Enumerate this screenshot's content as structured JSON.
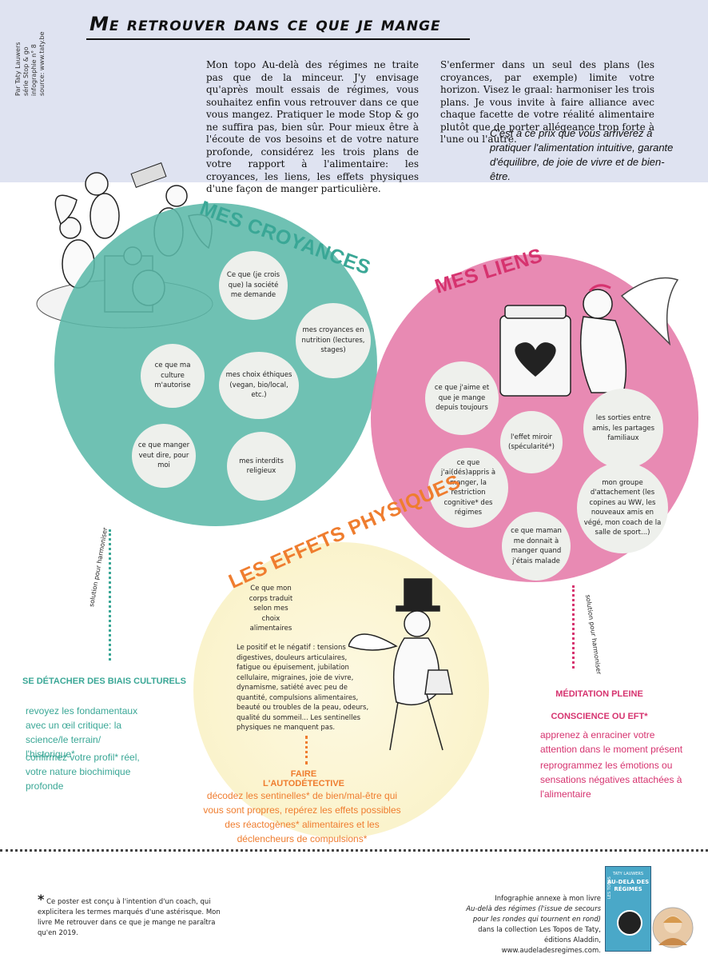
{
  "title": "Me retrouver dans ce que je mange",
  "credits": [
    "Par Taty Lauwers",
    "série Stop & go",
    "infographie n° 8",
    "source: www.taty.be"
  ],
  "intro_left": "Mon topo Au-delà des régimes ne traite pas que de la minceur. J'y envisage qu'après moult essais de régimes, vous souhaitez enfin vous retrouver dans ce que vous mangez. Pratiquer le mode Stop & go ne suffira pas, bien sûr. Pour mieux être à l'écoute de vos besoins et de votre nature profonde, considérez les trois plans de votre rapport à l'alimentaire: les croyances, les liens, les effets physiques d'une façon de manger particulière.",
  "intro_right": "S'enfermer dans un seul des plans (les croyances, par exemple) limite votre horizon. Visez le graal: harmoniser les trois plans. Je vous invite à faire alliance avec chaque facette de votre réalité alimentaire plutôt que de porter allégeance trop forte à l'une ou l'autre.",
  "intro_emphasis": "C'est à ce prix que vous arriverez à pratiquer l'alimentation intuitive, garante d'équilibre, de joie de vivre et de bien-être.",
  "croyances": {
    "heading": "MES CROYANCES",
    "bubbles": [
      "Ce que (je crois que) la société me demande",
      "mes croyances en nutrition (lectures, stages)",
      "ce que ma culture m'autorise",
      "mes choix éthiques (vegan, bio/local, etc.)",
      "ce que manger veut dire, pour moi",
      "mes interdits religieux"
    ],
    "solution_label": "solution pour harmoniser",
    "section_title": "SE DÉTACHER DES BIAIS CULTURELS",
    "section_items": [
      "revoyez les fondamentaux avec un œil critique: la science/le terrain/ l'historique*",
      "confirmez votre profil* réel, votre nature biochimique profonde"
    ]
  },
  "liens": {
    "heading": "MES LIENS",
    "bubbles": [
      "ce que j'aime et que je mange depuis toujours",
      "l'effet miroir (spécularité*)",
      "les sorties entre amis, les partages familiaux",
      "ce que j'ai(dés)appris à manger, la restriction cognitive* des régimes",
      "mon groupe d'attachement (les copines au WW, les nouveaux amis en végé, mon coach de la salle de sport...)",
      "ce que maman me donnait à manger quand j'étais malade"
    ],
    "solution_label": "solution pour harmoniser",
    "section_title_1": "MÉDITATION PLEINE",
    "section_title_2": "CONSCIENCE OU EFT*",
    "section_items": [
      "apprenez à enraciner votre attention dans le moment présent",
      "reprogrammez les émotions ou sensations négatives attachées à l'alimentaire"
    ]
  },
  "effets": {
    "heading": "LES EFFETS PHYSIQUES",
    "intro": "Ce que mon corps traduit selon mes choix alimentaires",
    "body": "Le positif et le négatif : tensions digestives, douleurs articulaires, fatigue ou épuisement, jubilation cellulaire, migraines, joie de vivre, dynamisme, satiété avec peu de quantité, compulsions alimentaires, beauté ou troubles de la peau, odeurs, qualité du sommeil... Les sentinelles physiques ne manquent pas.",
    "section_title": "FAIRE L'AUTODÉTECTIVE",
    "section_text": "décodez les sentinelles* de bien/mal-être qui vous sont propres, repérez les effets possibles des réactogènes* alimentaires et les déclencheurs de compulsions*"
  },
  "footer": {
    "left_star": "*",
    "left": "Ce poster est conçu à l'intention d'un coach, qui explicitera les termes marqués d'une astérisque. Mon livre Me retrouver dans ce que je mange ne paraîtra qu'en 2019.",
    "right_1": "Infographie annexe à mon livre",
    "right_2": "Au-delà des régimes (l'issue de secours pour les rondes qui tournent en rond)",
    "right_3": "dans la collection Les Topos de Taty, éditions Aladdin, www.audeladesregimes.com.",
    "book_author": "TATY LAUWERS",
    "book_title": "AU-DELÀ DES RÉGIMES",
    "book_series": "LES TOPOS"
  },
  "colors": {
    "teal": "#5bb8a9",
    "pink": "#e680ac",
    "orange": "#ef7d2f",
    "magenta": "#d6336f",
    "header": "#dfe3f1"
  }
}
